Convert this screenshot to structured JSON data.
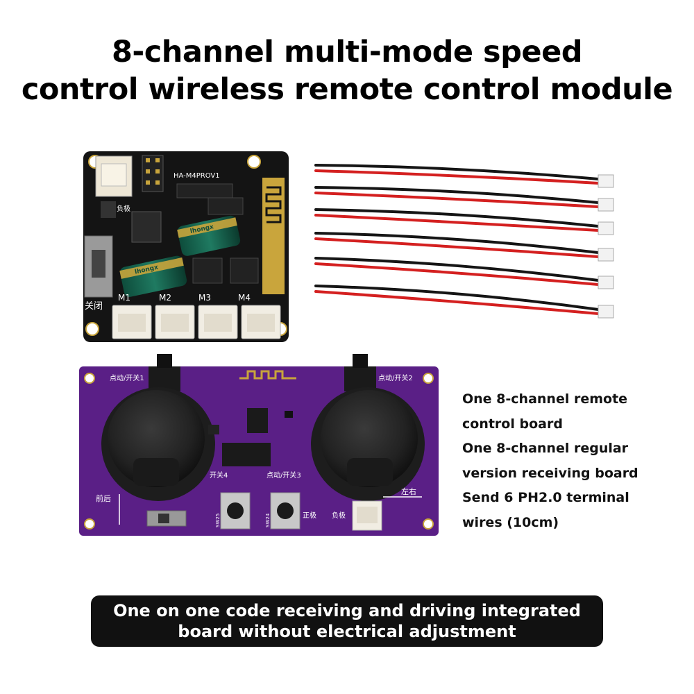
{
  "title": {
    "line1": "8-channel multi-mode speed",
    "line2": "control wireless remote control module"
  },
  "package_contents": [
    "One 8-channel remote",
    "control board",
    "One 8-channel regular",
    "version receiving board",
    "Send 6 PH2.0 terminal",
    "wires (10cm)"
  ],
  "banner": {
    "line1": "One on one code receiving and driving integrated",
    "line2": "board without electrical adjustment"
  },
  "receiver_board": {
    "model": "HA-M4PROV1",
    "label_power": "负极",
    "label_off": "关闭",
    "motor_labels": [
      "M1",
      "M2",
      "M3",
      "M4"
    ],
    "capacitor_brand": "lhongx"
  },
  "remote_board": {
    "label_switch1": "点动/开关1",
    "label_switch2": "点动/开关2",
    "label_switch3": "点动/开关3",
    "label_switch4": "开关4",
    "label_forward_back": "前后",
    "label_left_right": "左右",
    "label_positive": "正极",
    "label_negative": "负极",
    "label_sw25": "SW25",
    "label_sw24": "SW24"
  },
  "colors": {
    "receiver_pcb": "#141414",
    "remote_pcb": "#5a1f86",
    "wire_red": "#d42020",
    "wire_black": "#151515",
    "banner": "#111111"
  }
}
